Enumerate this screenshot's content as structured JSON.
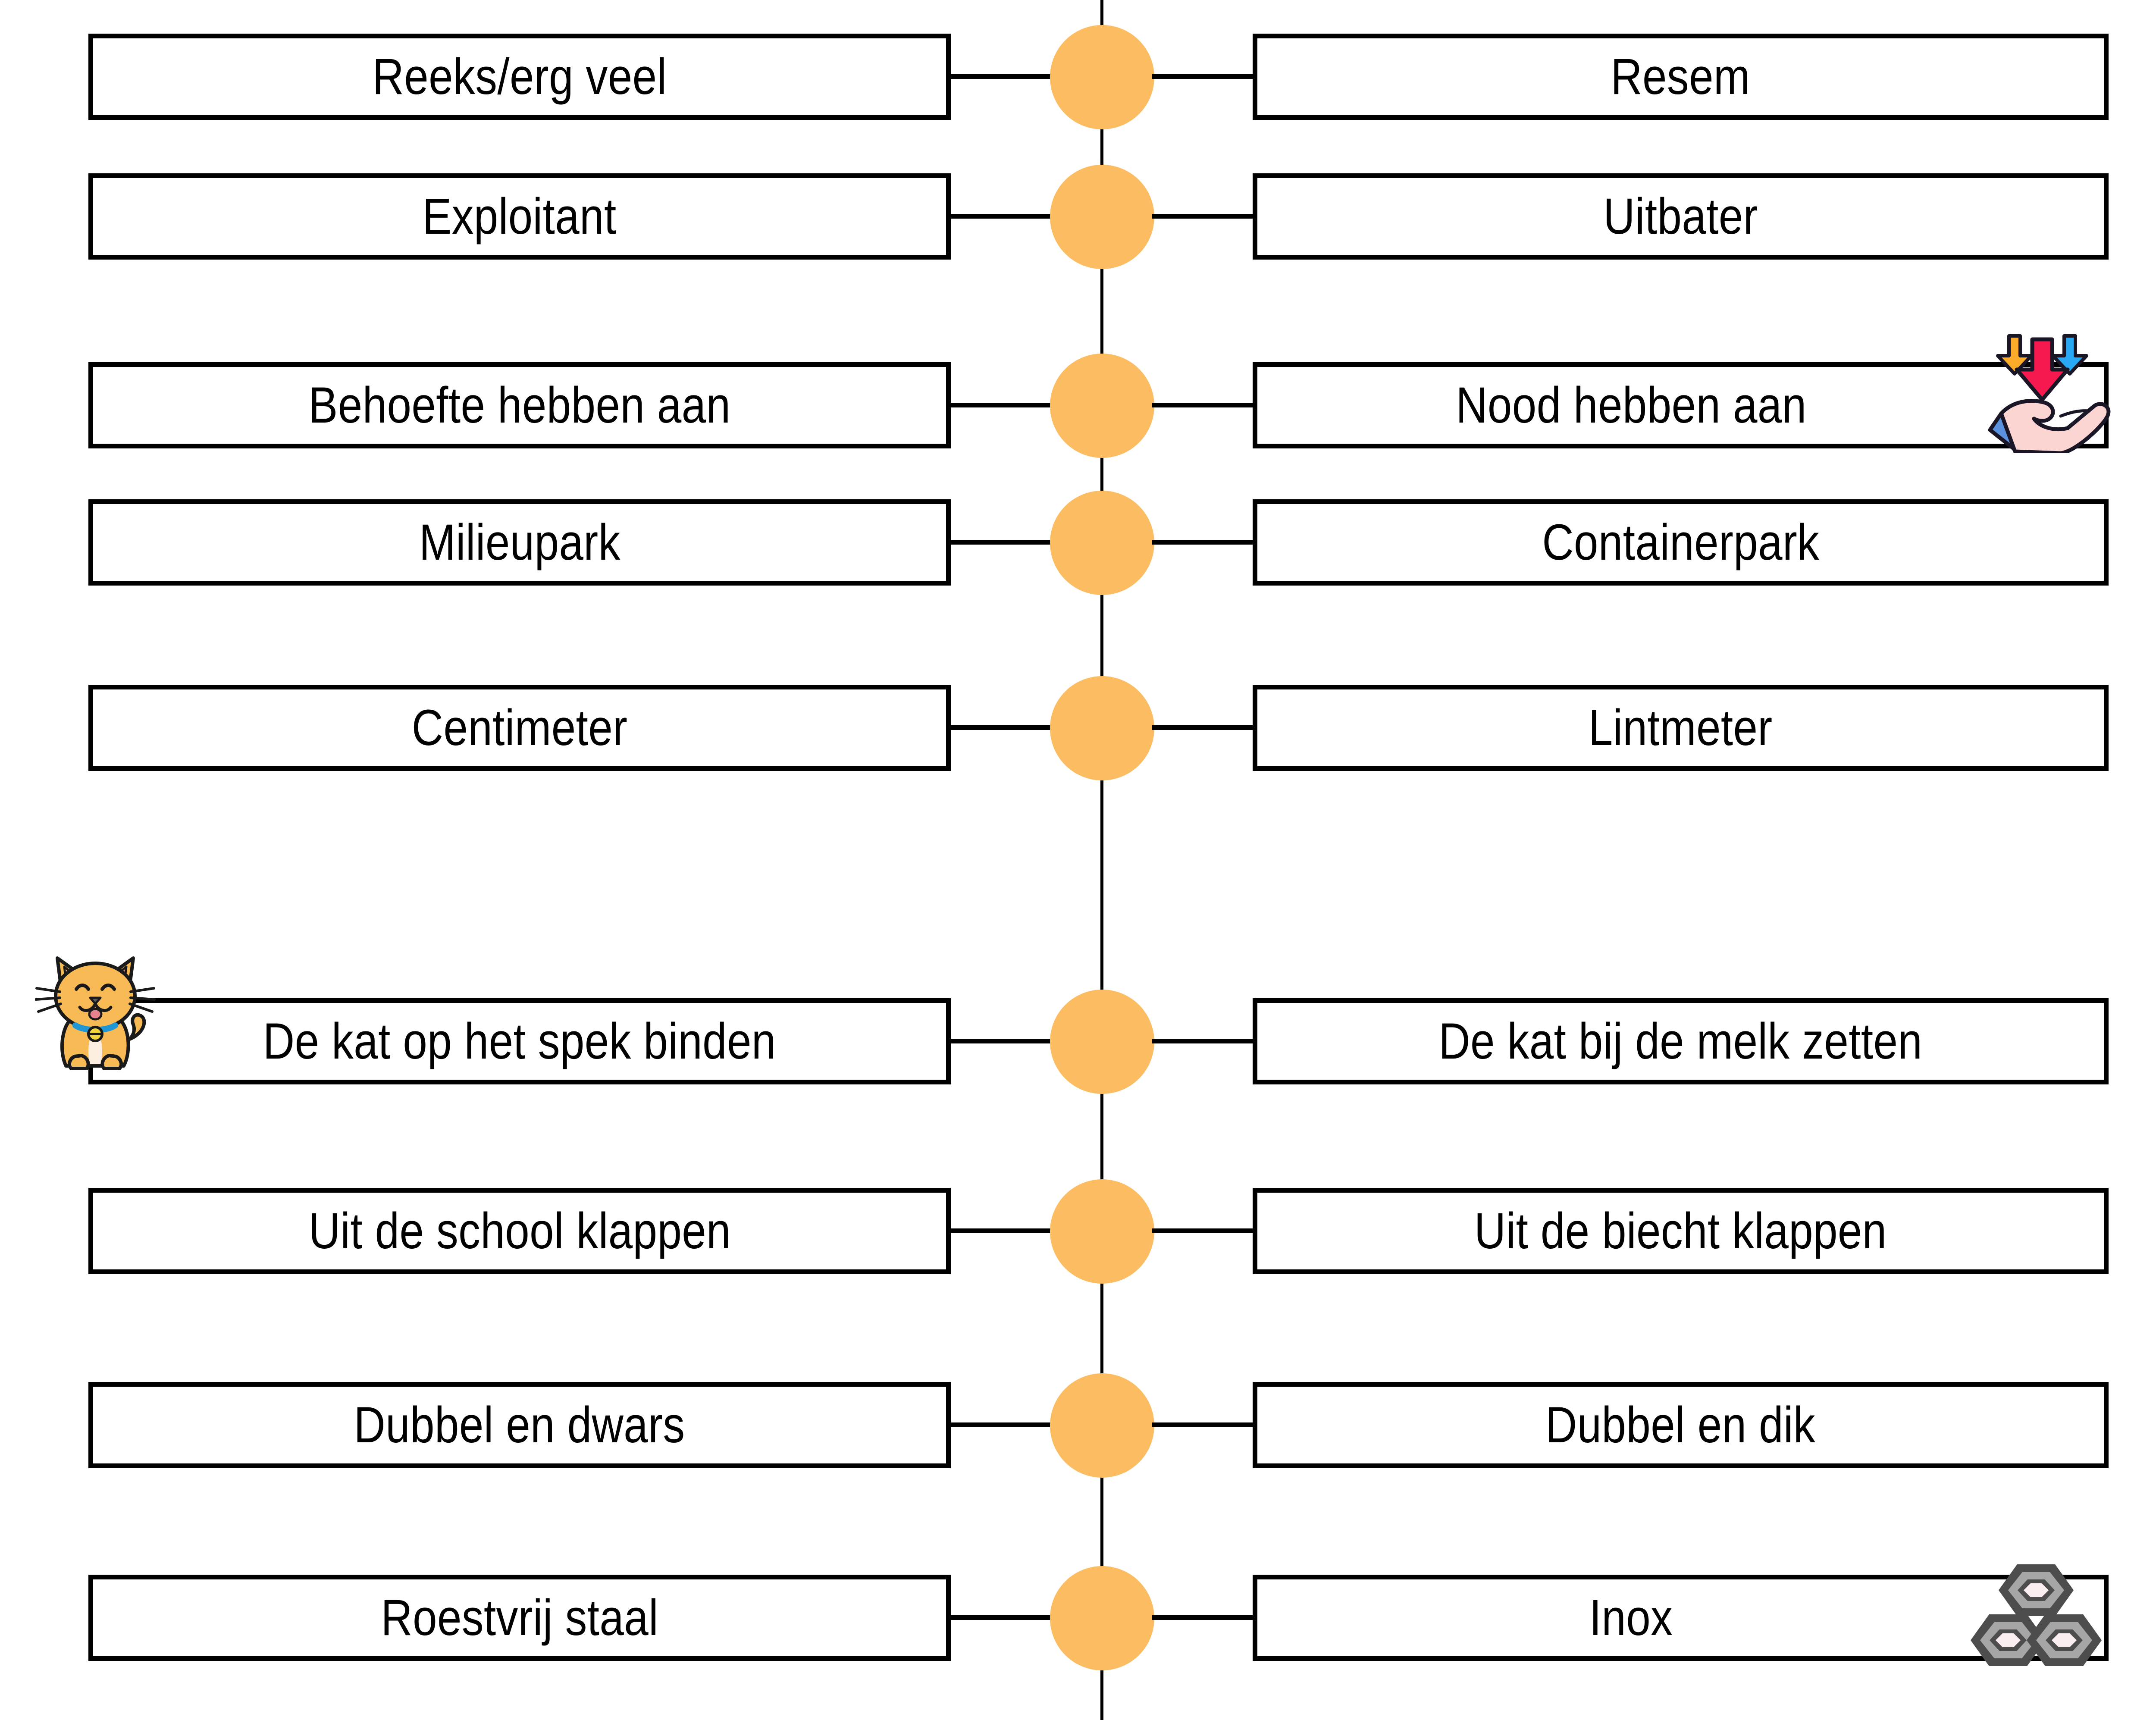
{
  "diagram": {
    "type": "paired-matching-diagram",
    "language": "nl",
    "theme": {
      "node_color": "#fbbc62",
      "card_border_color": "#000000",
      "card_background": "#ffffff",
      "connector_color": "#000000",
      "text_color": "#000000"
    },
    "pairs": [
      {
        "left": "Reeks/erg veel",
        "right": "Resem",
        "icon": null
      },
      {
        "left": "Exploitant",
        "right": "Uitbater",
        "icon": null
      },
      {
        "left": "Behoefte hebben aan",
        "right": "Nood hebben aan",
        "icon": "receiving-hand-icon"
      },
      {
        "left": "Milieupark",
        "right": "Containerpark",
        "icon": null
      },
      {
        "left": "Centimeter",
        "right": "Lintmeter",
        "icon": null
      },
      {
        "left": "De kat op het spek binden",
        "right": "De kat bij de melk zetten",
        "icon": "cat-icon"
      },
      {
        "left": "Uit de school klappen",
        "right": "Uit de biecht klappen",
        "icon": null
      },
      {
        "left": "Dubbel en dwars",
        "right": "Dubbel en dik",
        "icon": null
      },
      {
        "left": "Roestvrij staal",
        "right": "Inox",
        "icon": "steel-tubes-icon"
      }
    ],
    "icon_colors": {
      "hand_skin": "#fbd5d2",
      "hand_sleeve": "#5b92e0",
      "arrow_red": "#f5194f",
      "arrow_orange": "#fbaa29",
      "arrow_blue": "#29a9f5",
      "cat_body": "#f7ba55",
      "cat_ear": "#f78e8e",
      "cat_collar": "#2196d4",
      "cat_bell": "#f2d33c",
      "tube_outer": "#4d4d4d",
      "tube_mid": "#a6a6a6",
      "tube_inner": "#fbeef0"
    }
  }
}
